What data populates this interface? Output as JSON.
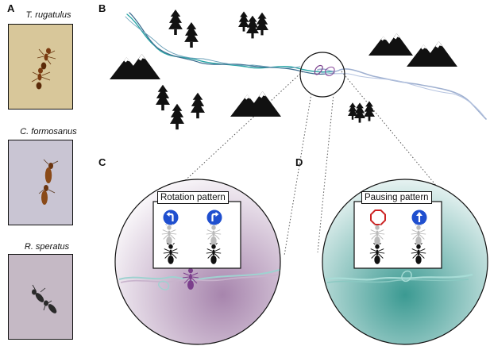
{
  "panels": {
    "a": "A",
    "b": "B",
    "c": "C",
    "d": "D"
  },
  "species": [
    {
      "name": "T. rugatulus",
      "photo_color": "#d9c89a"
    },
    {
      "name": "C. formosanus",
      "photo_color": "#c9c5d2"
    },
    {
      "name": "R. speratus",
      "photo_color": "#c4b9c4"
    }
  ],
  "patterns": {
    "rotation": {
      "title": "Rotation pattern",
      "tint": "#b99bbd"
    },
    "pausing": {
      "title": "Pausing pattern",
      "tint": "#4fa8a0"
    }
  },
  "colors": {
    "trail_teal": "#2aa6a6",
    "trail_purple": "#7b3f8c",
    "trail_blue_grey": "#9fb0d0",
    "sign_blue": "#1f4fcf",
    "stop_red": "#cc2222",
    "scenery": "#111111"
  },
  "icons": [
    "tree-icon",
    "mountain-icon",
    "turn-left-sign-icon",
    "turn-right-sign-icon",
    "stop-sign-icon",
    "straight-ahead-sign-icon",
    "ant-icon"
  ]
}
